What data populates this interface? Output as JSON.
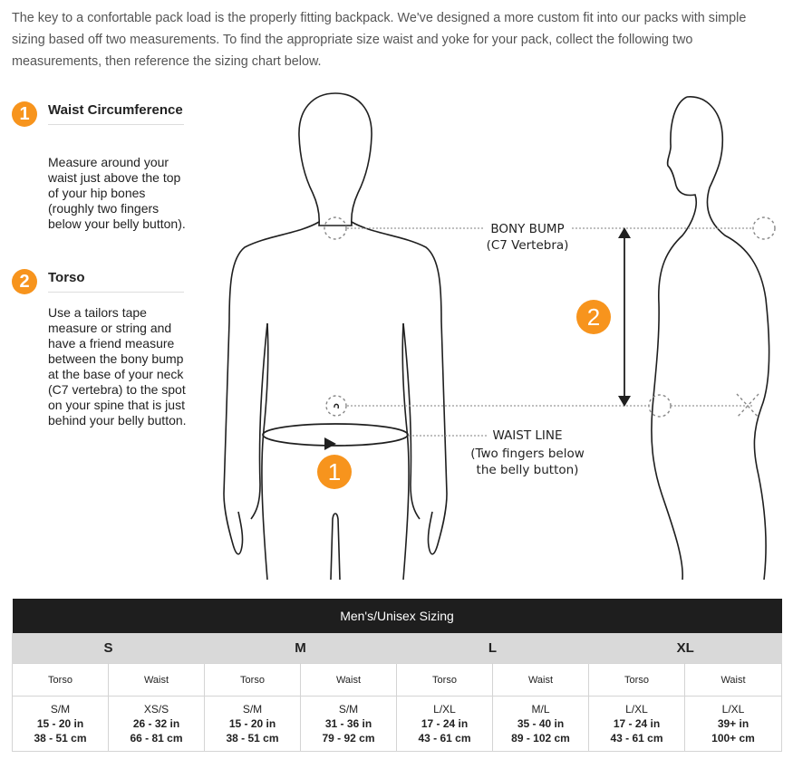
{
  "intro": "The key to a confortable pack load is the properly fitting backpack. We've designed a more custom fit into our packs with simple sizing based off two measurements. To find the appropriate size waist and yoke for your pack, collect the following two measurements, then reference the sizing chart below.",
  "steps": [
    {
      "number": "1",
      "title": "Waist Circumference",
      "description": "Measure around your waist just above the top of your hip bones (roughly two fingers below your belly button)."
    },
    {
      "number": "2",
      "title": "Torso",
      "description": "Use a tailors tape measure or string and have a friend measure between the bony bump at the base of your neck (C7 vertebra) to the spot on your spine that is just behind your belly button."
    }
  ],
  "figure": {
    "bony_bump_label": "BONY BUMP",
    "bony_bump_sub": "(C7 Vertebra)",
    "waist_line_label": "WAIST LINE",
    "waist_line_sub1": "(Two fingers below",
    "waist_line_sub2": "the belly button)",
    "marker_1": "1",
    "marker_2": "2"
  },
  "colors": {
    "accent": "#f7941d",
    "header_bg": "#1e1e1e",
    "size_row_bg": "#d9d9d9"
  },
  "table": {
    "title": "Men's/Unisex Sizing",
    "sizes": [
      "S",
      "M",
      "L",
      "XL"
    ],
    "columns": [
      {
        "label": "Torso",
        "size": "S/M",
        "range1": "15 - 20 in",
        "range2": "38 - 51 cm"
      },
      {
        "label": "Waist",
        "size": "XS/S",
        "range1": "26 - 32 in",
        "range2": "66 - 81 cm"
      },
      {
        "label": "Torso",
        "size": "S/M",
        "range1": "15 - 20 in",
        "range2": "38 - 51 cm"
      },
      {
        "label": "Waist",
        "size": "S/M",
        "range1": "31 - 36 in",
        "range2": "79 - 92 cm"
      },
      {
        "label": "Torso",
        "size": "L/XL",
        "range1": "17 - 24 in",
        "range2": "43 - 61 cm"
      },
      {
        "label": "Waist",
        "size": "M/L",
        "range1": "35 - 40 in",
        "range2": "89 - 102 cm"
      },
      {
        "label": "Torso",
        "size": "L/XL",
        "range1": "17 - 24 in",
        "range2": "43 - 61 cm"
      },
      {
        "label": "Waist",
        "size": "L/XL",
        "range1": "39+ in",
        "range2": "100+ cm"
      }
    ]
  }
}
